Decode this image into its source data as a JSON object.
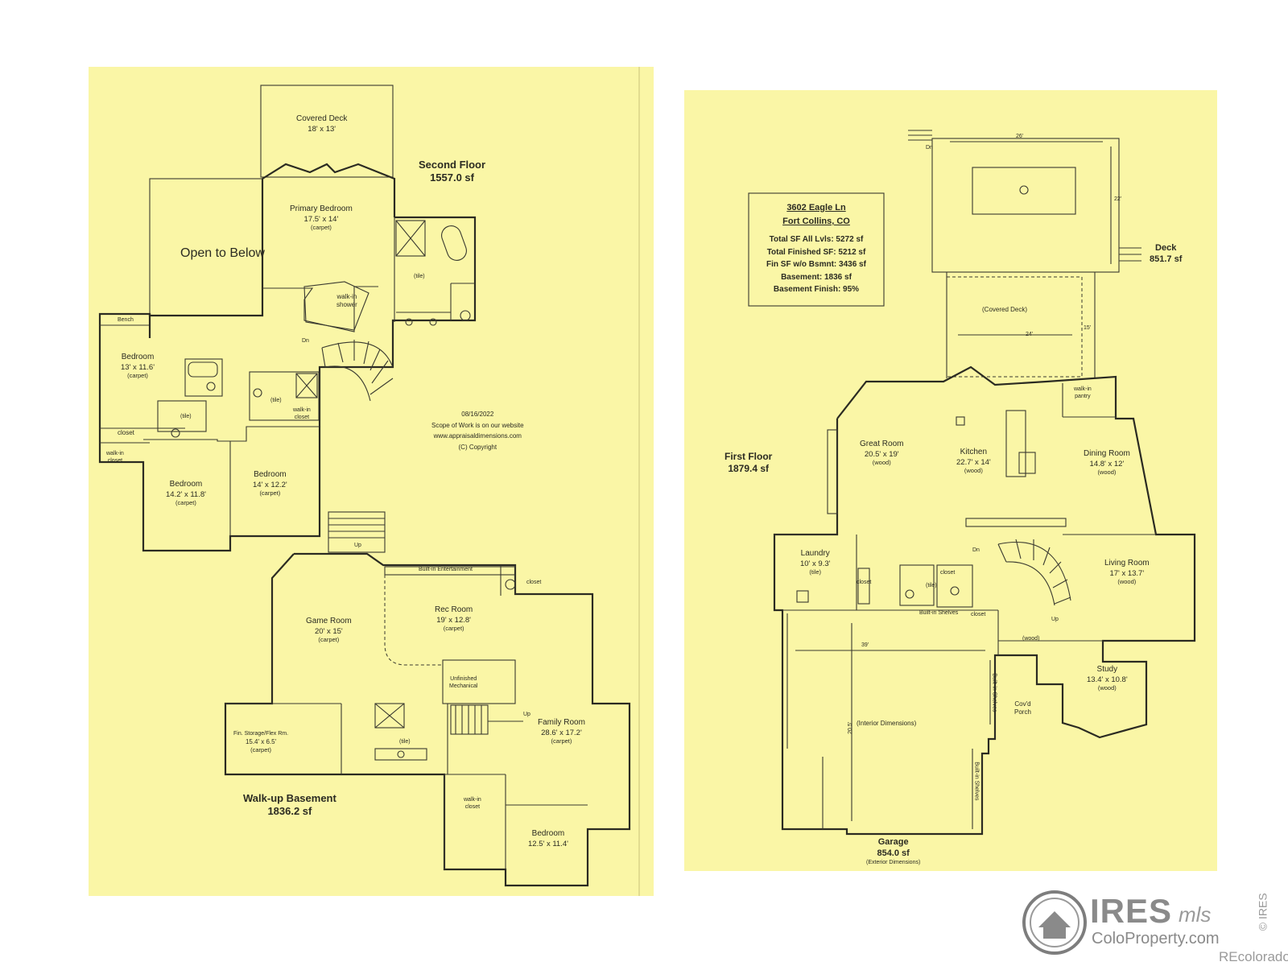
{
  "left_sheet": {
    "second_floor": {
      "title": "Second Floor",
      "area": "1557.0 sf",
      "rooms": {
        "covered_deck": {
          "name": "Covered Deck",
          "dims": "18' x 13'"
        },
        "primary_bedroom": {
          "name": "Primary Bedroom",
          "dims": "17.5' x 14'",
          "floor": "(carpet)"
        },
        "open_to_below": {
          "name": "Open to Below"
        },
        "walkin_shower": {
          "line1": "walk-in",
          "line2": "shower"
        },
        "primary_tile": {
          "floor": "(tile)"
        },
        "bench": {
          "name": "Bench"
        },
        "bedroom_nw": {
          "name": "Bedroom",
          "dims": "13' x 11.6'",
          "floor": "(carpet)"
        },
        "bath_tile": {
          "floor": "(tile)"
        },
        "hall_tile": {
          "floor": "(tile)"
        },
        "walkin_closet_mid": {
          "line1": "walk-in",
          "line2": "closet"
        },
        "closet": {
          "name": "closet"
        },
        "walkin_closet_w": {
          "line1": "walk-in",
          "line2": "closet"
        },
        "bedroom_sw": {
          "name": "Bedroom",
          "dims": "14.2' x 11.8'",
          "floor": "(carpet)"
        },
        "bedroom_se": {
          "name": "Bedroom",
          "dims": "14' x 12.2'",
          "floor": "(carpet)"
        },
        "stair_dn": {
          "label": "Dn"
        }
      }
    },
    "notes": {
      "date": "08/16/2022",
      "scope": "Scope of Work is on our website",
      "website": "www.appraisaldimensions.com",
      "copyright": "(C) Copyright"
    },
    "basement": {
      "title": "Walk-up Basement",
      "area": "1836.2 sf",
      "rooms": {
        "stair_up": {
          "label": "Up"
        },
        "builtin": {
          "name": "Built-in Entertainment"
        },
        "closet": {
          "name": "closet"
        },
        "game_room": {
          "name": "Game Room",
          "dims": "20' x 15'",
          "floor": "(carpet)"
        },
        "rec_room": {
          "name": "Rec Room",
          "dims": "19' x 12.8'",
          "floor": "(carpet)"
        },
        "mechanical": {
          "line1": "Unfinished",
          "line2": "Mechanical"
        },
        "fin_storage": {
          "name": "Fin. Storage/Flex Rm.",
          "dims": "15.4' x 6.5'",
          "floor": "(carpet)"
        },
        "bath_tile": {
          "floor": "(tile)"
        },
        "stair_up2": {
          "label": "Up"
        },
        "family_room": {
          "name": "Family Room",
          "dims": "28.6' x 17.2'",
          "floor": "(carpet)"
        },
        "walkin_closet": {
          "line1": "walk-in",
          "line2": "closet"
        },
        "bedroom": {
          "name": "Bedroom",
          "dims": "12.5' x 11.4'"
        }
      }
    }
  },
  "right_sheet": {
    "info_box": {
      "address": "3602 Eagle Ln",
      "city": "Fort Collins, CO",
      "total_all": "Total SF All Lvls: 5272 sf",
      "total_finished": "Total Finished SF: 5212 sf",
      "fin_wo_bsmt": "Fin SF w/o Bsmnt: 3436 sf",
      "basement": "Basement: 1836 sf",
      "basement_finish": "Basement Finish: 95%"
    },
    "deck": {
      "title": "Deck",
      "area": "851.7 sf",
      "dim_top": "26'",
      "dim_side": "22'"
    },
    "covered_deck": {
      "name": "(Covered Deck)",
      "dim": "24'",
      "dim_side": "15'"
    },
    "first_floor": {
      "title": "First Floor",
      "area": "1879.4 sf",
      "rooms": {
        "walkin_pantry": {
          "line1": "walk-in",
          "line2": "pantry"
        },
        "great_room": {
          "name": "Great Room",
          "dims": "20.5' x 19'",
          "floor": "(wood)"
        },
        "kitchen": {
          "name": "Kitchen",
          "dims": "22.7' x 14'",
          "floor": "(wood)"
        },
        "dining_room": {
          "name": "Dining Room",
          "dims": "14.8' x 12'",
          "floor": "(wood)"
        },
        "laundry": {
          "name": "Laundry",
          "dims": "10' x 9.3'",
          "floor": "(tile)"
        },
        "closet_a": {
          "name": "closet"
        },
        "closet_b": {
          "name": "closet"
        },
        "closet_c": {
          "name": "closet"
        },
        "tile_bath": {
          "floor": "(tile)"
        },
        "builtin_shelves": {
          "name": "Built-in Shelves"
        },
        "stair_dn": {
          "label": "Dn"
        },
        "stair_up": {
          "label": "Up"
        },
        "living_room": {
          "name": "Living Room",
          "dims": "17' x 13.7'",
          "floor": "(wood)"
        },
        "foyer": {
          "floor": "(wood)"
        },
        "study": {
          "name": "Study",
          "dims": "13.4' x 10.8'",
          "floor": "(wood)"
        },
        "covered_porch": {
          "line1": "Cov'd",
          "line2": "Porch"
        },
        "deck_dn": {
          "label": "Dn"
        }
      }
    },
    "garage": {
      "title": "Garage",
      "area": "854.0 sf",
      "note": "(Exterior Dimensions)",
      "interior": "(Interior Dimensions)",
      "dim_w": "39'",
      "dim_d": "20.5'",
      "shelves_a": "Built-in Shelves",
      "shelves_b": "Built-in Shelves"
    }
  },
  "logo": {
    "brand": "IRES",
    "mls": "mls",
    "site": "ColoProperty.com",
    "vertical": "© IRES",
    "credit": "REcolorado"
  }
}
